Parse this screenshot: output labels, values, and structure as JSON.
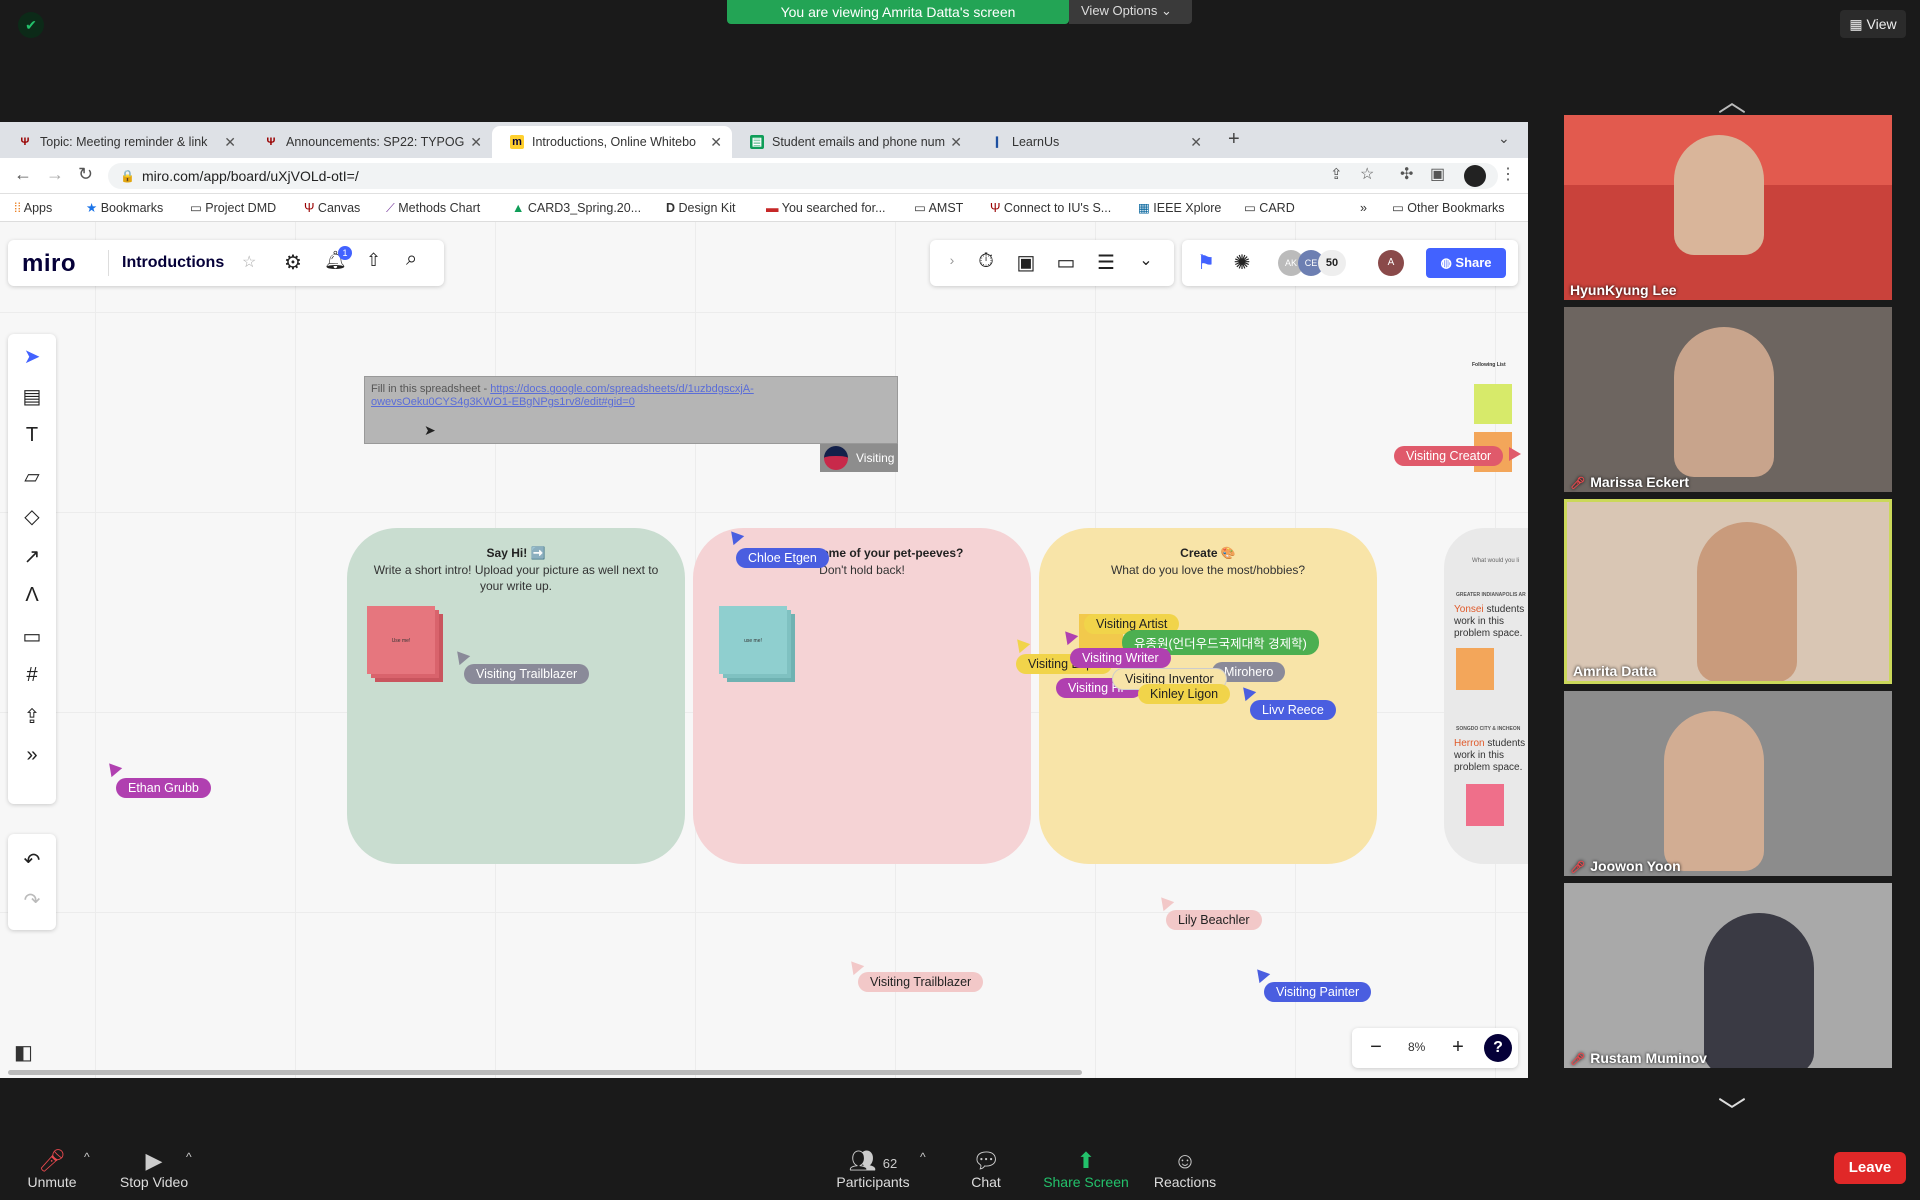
{
  "zoom": {
    "banner": "You are viewing Amrita Datta's screen",
    "view_options": "View Options ⌄",
    "view_button": "View",
    "gallery": [
      {
        "name": "HyunKyung Lee",
        "muted": false,
        "bg": "#c9423b"
      },
      {
        "name": "Marissa Eckert",
        "muted": true,
        "bg": "#6d6560"
      },
      {
        "name": "Amrita Datta",
        "muted": false,
        "bg": "#d9c6b4",
        "active": true
      },
      {
        "name": "Joowon Yoon",
        "muted": true,
        "bg": "#8c8c8c"
      },
      {
        "name": "Rustam Muminov",
        "muted": true,
        "bg": "#a9a9a9"
      }
    ],
    "toolbar": {
      "unmute": "Unmute",
      "stop_video": "Stop Video",
      "participants": "Participants",
      "participants_count": "62",
      "chat": "Chat",
      "share_screen": "Share Screen",
      "reactions": "Reactions",
      "leave": "Leave"
    }
  },
  "browser": {
    "tabs": [
      {
        "title": "Topic: Meeting reminder & link",
        "icon": "iu"
      },
      {
        "title": "Announcements: SP22: TYPOG",
        "icon": "iu"
      },
      {
        "title": "Introductions, Online Whitebo",
        "icon": "miro",
        "active": true
      },
      {
        "title": "Student emails and phone num",
        "icon": "sheets"
      },
      {
        "title": "LearnUs",
        "icon": "learnus"
      }
    ],
    "url": "miro.com/app/board/uXjVOLd-otI=/",
    "bookmarks": [
      "Apps",
      "Bookmarks",
      "Project DMD",
      "Canvas",
      "Methods Chart",
      "CARD3_Spring.20...",
      "Design Kit",
      "You searched for...",
      "AMST",
      "Connect to IU's S...",
      "IEEE Xplore",
      "CARD",
      "»",
      "Other Bookmarks"
    ]
  },
  "miro": {
    "logo": "miro",
    "board_name": "Introductions",
    "notification_count": "1",
    "avatar_count": "50",
    "avatars": [
      "AK",
      "CE"
    ],
    "user_avatar": "A",
    "share": "Share",
    "zoom_level": "8%",
    "spreadsheet_text": "Fill in this spreadsheet - ",
    "spreadsheet_link": "https://docs.google.com/spreadsheets/d/1uzbdgscxjA-owevsOeku0CYS4g3KWO1-EBgNPgs1rv8/edit#gid=0",
    "visiting_tag": "Visiting",
    "frames": [
      {
        "title": "Say Hi! ➡️",
        "subtitle": "Write a short intro! Upload your picture as well next to your write up.",
        "sticky": "Use me!"
      },
      {
        "title": "What are some of your pet-peeves?",
        "subtitle": "Don't hold back!",
        "sticky": "use me!"
      },
      {
        "title": "Create 🎨",
        "subtitle": "What do you love the most/hobbies?"
      }
    ],
    "right_frame": {
      "title": "What would you li",
      "section1": "GREATER INDIANAPOLIS AR",
      "text1_highlight": "Yonsei",
      "text1": " students work in this problem space.",
      "section2": "SONGDO CITY & INCHEON",
      "text2_highlight": "Herron",
      "text2": " students work in this problem space.",
      "following_list": "Following List"
    },
    "cursors": [
      {
        "label": "Visiting Creator",
        "color": "#e05a6b",
        "text": "#fff"
      },
      {
        "label": "Chloe Etgen",
        "color": "#4a5ee0",
        "text": "#fff"
      },
      {
        "label": "Visiting Trailblazer",
        "color": "#8a8a99",
        "text": "#fff"
      },
      {
        "label": "Ethan Grubb",
        "color": "#b040b0",
        "text": "#fff"
      },
      {
        "label": "Visiting Artist",
        "color": "#f1d44a",
        "text": "#222"
      },
      {
        "label": "유종원(언더우드국제대학 경제학)",
        "color": "#4caf50",
        "text": "#fff"
      },
      {
        "label": "Visiting Writer",
        "color": "#b040b0",
        "text": "#fff"
      },
      {
        "label": "Visiting Explorer",
        "color": "#f1d44a",
        "text": "#222"
      },
      {
        "label": "Visiting Inventor",
        "color": "#f7e4a8",
        "text": "#222"
      },
      {
        "label": "Mirohero",
        "color": "#8a8a99",
        "text": "#fff"
      },
      {
        "label": "Visiting Hi",
        "color": "#b040b0",
        "text": "#fff"
      },
      {
        "label": "Kinley Ligon",
        "color": "#f1d44a",
        "text": "#222"
      },
      {
        "label": "Livv Reece",
        "color": "#4a5ee0",
        "text": "#fff"
      },
      {
        "label": "Lily Beachler",
        "color": "#f2c8c8",
        "text": "#222"
      },
      {
        "label": "Visiting Trailblazer",
        "color": "#f2c8c8",
        "text": "#222"
      },
      {
        "label": "Visiting Painter",
        "color": "#4a5ee0",
        "text": "#fff"
      }
    ]
  }
}
